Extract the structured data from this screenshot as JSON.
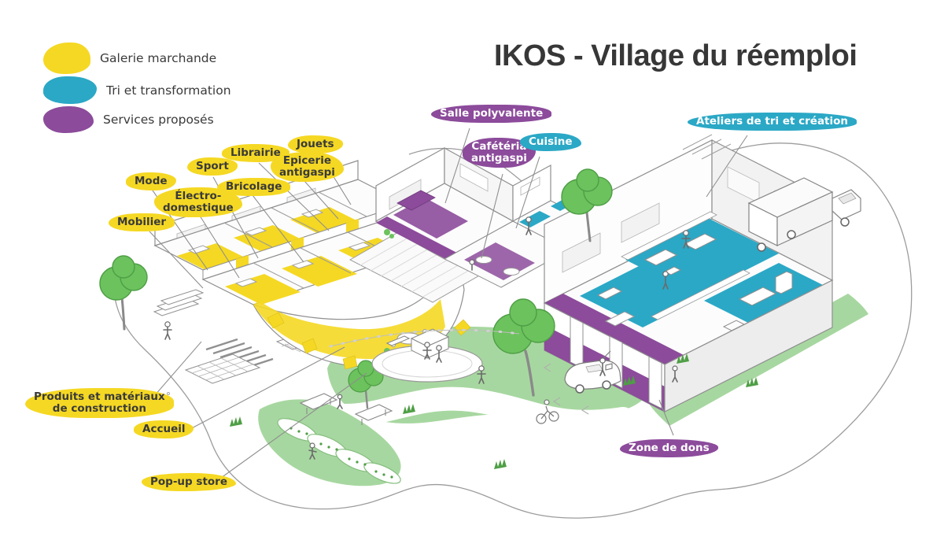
{
  "title": "IKOS - Village du réemploi",
  "colors": {
    "galerie_marchande": "#F5D823",
    "tri_et_transformation": "#2BA8C6",
    "services_proposes": "#8C4B9B",
    "lawn_green": "#A7D7A0",
    "tree_green": "#6CC25D",
    "line_gray": "#8f8f8f",
    "text_dark": "#3a3a3a"
  },
  "legend": {
    "items": [
      {
        "label": "Galerie marchande",
        "category": "galerie",
        "color": "#F5D823"
      },
      {
        "label": "Tri et transformation",
        "category": "tri",
        "color": "#2BA8C6"
      },
      {
        "label": "Services proposés",
        "category": "services",
        "color": "#8C4B9B"
      }
    ]
  },
  "map_labels": {
    "mobilier": {
      "text": "Mobilier",
      "category": "galerie"
    },
    "mode": {
      "text": "Mode",
      "category": "galerie"
    },
    "electro": {
      "line1": "Électro-",
      "line2": "domestique",
      "category": "galerie"
    },
    "sport": {
      "text": "Sport",
      "category": "galerie"
    },
    "bricolage": {
      "text": "Bricolage",
      "category": "galerie"
    },
    "librairie": {
      "text": "Librairie",
      "category": "galerie"
    },
    "epicerie": {
      "line1": "Epicerie",
      "line2": "antigaspi",
      "category": "galerie"
    },
    "jouets": {
      "text": "Jouets",
      "category": "galerie"
    },
    "produits": {
      "line1": "Produits et matériaux",
      "line2": "de construction",
      "category": "galerie"
    },
    "accueil": {
      "text": "Accueil",
      "category": "galerie"
    },
    "popup": {
      "text": "Pop-up store",
      "category": "galerie"
    },
    "salle": {
      "text": "Salle polyvalente",
      "category": "services"
    },
    "cafeteria": {
      "line1": "Cafétéria",
      "line2": "antigaspi",
      "category": "services"
    },
    "zone": {
      "text": "Zone de dons",
      "category": "services"
    },
    "cuisine": {
      "text": "Cuisine",
      "category": "tri"
    },
    "ateliers": {
      "text": "Ateliers de tri et création",
      "category": "tri"
    }
  }
}
